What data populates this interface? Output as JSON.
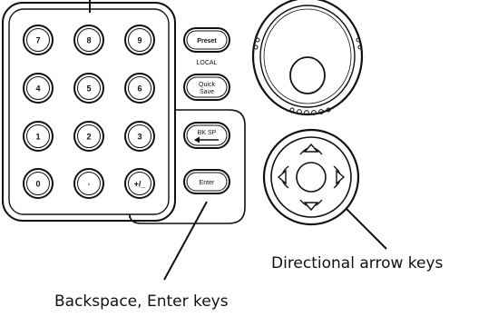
{
  "keypad": {
    "keys": [
      "7",
      "8",
      "9",
      "4",
      "5",
      "6",
      "1",
      "2",
      "3",
      "0",
      "◦",
      "+/_"
    ]
  },
  "function_keys": {
    "preset": "Preset",
    "local": "LOCAL",
    "quick_save_line1": "Quick",
    "quick_save_line2": "Save",
    "backspace": "BK SP",
    "enter": "Enter"
  },
  "callouts": {
    "directional": "Directional arrow keys",
    "backspace_enter": "Backspace, Enter keys"
  }
}
